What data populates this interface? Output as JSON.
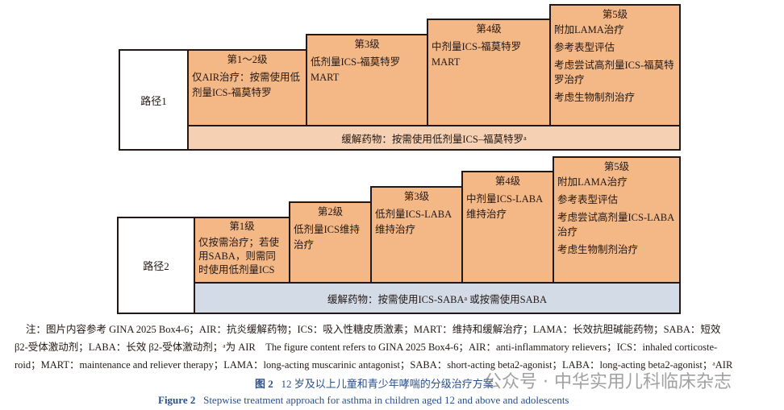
{
  "pathway1": {
    "label": "路径1",
    "steps": [
      {
        "title": "第1～2级",
        "lines": [
          "仅AIR治疗：按需使用低剂量ICS-福莫特罗"
        ]
      },
      {
        "title": "第3级",
        "lines": [
          "低剂量ICS-福莫特罗",
          "MART"
        ]
      },
      {
        "title": "第4级",
        "lines": [
          "中剂量ICS-福莫特罗",
          "MART"
        ]
      },
      {
        "title": "第5级",
        "lines": [
          "附加LAMA治疗",
          "参考表型评估",
          "考虑尝试高剂量ICS-福莫特罗治疗",
          "考虑生物制剂治疗"
        ]
      }
    ],
    "reliever": "缓解药物：按需使用低剂量ICS–福莫特罗",
    "reliever_sup": "a"
  },
  "pathway2": {
    "label": "路径2",
    "steps": [
      {
        "title": "第1级",
        "lines": [
          "仅按需治疗；若使用SABA，则需同时使用低剂量ICS"
        ]
      },
      {
        "title": "第2级",
        "lines": [
          "低剂量ICS维持治疗"
        ]
      },
      {
        "title": "第3级",
        "lines": [
          "低剂量ICS-LABA维持治疗"
        ]
      },
      {
        "title": "第4级",
        "lines": [
          "中剂量ICS-LABA维持治疗"
        ]
      },
      {
        "title": "第5级",
        "lines": [
          "附加LAMA治疗",
          "参考表型评估",
          "考虑尝试高剂量ICS-LABA治疗",
          "考虑生物制剂治疗"
        ]
      }
    ],
    "reliever_a": "缓解药物：按需使用ICS-SABA",
    "reliever_sup": "a",
    "reliever_b": " 或按需使用SABA"
  },
  "caption": {
    "note_lines": [
      "注：图片内容参考 GINA 2025 Box4-6；AIR：抗炎缓解药物；ICS：吸入性糖皮质激素；MART：维持和缓解治疗；LAMA：长效抗胆碱能药物；SABA：短效",
      "β2-受体激动剂；LABA：长效 β2-受体激动剂；ᵃ为 AIR　The figure content refers to GINA 2025 Box4-6；AIR：anti-inflammatory relievers；ICS：inhaled corticoste-",
      "roid；MART：maintenance and reliever therapy；LAMA：long-acting muscarinic antagonist；SABA：short-acting beta2-agonist；LABA：long-acting beta2-agonist；ᵃAIR"
    ],
    "title_cn_label": "图 2",
    "title_cn": "12 岁及以上儿童和青少年哮喘的分级治疗方案",
    "title_en_label": "Figure 2",
    "title_en": "Stepwise treatment approach for asthma in children aged 12 and above and adolescents"
  },
  "watermark": "公众号 · 中华实用儿科临床杂志",
  "colors": {
    "step": "#f4b886",
    "reliever1": "#f6d0b3",
    "reliever2": "#d3dce6",
    "caption_title": "#2a4f8c"
  }
}
